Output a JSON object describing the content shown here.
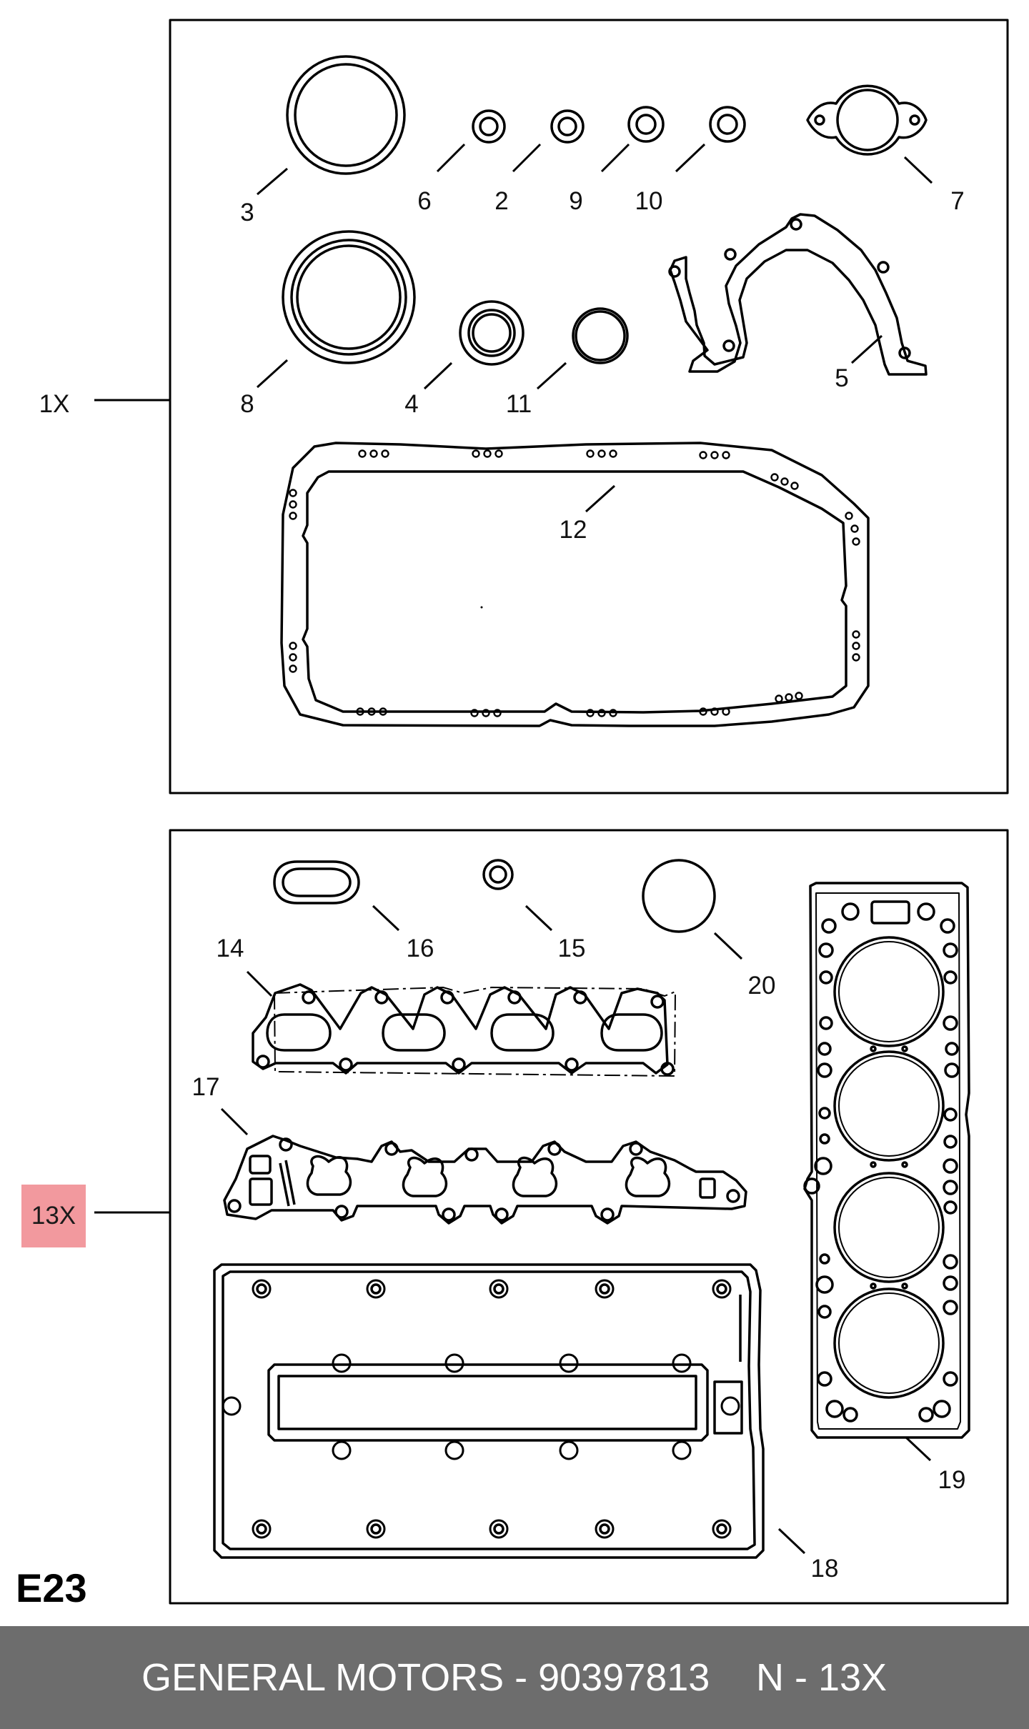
{
  "diagram": {
    "code": "E23",
    "groups": [
      {
        "id": "1X",
        "label": "1X",
        "highlighted": false
      },
      {
        "id": "13X",
        "label": "13X",
        "highlighted": true,
        "highlight_color": "#f2999e"
      }
    ],
    "callouts": [
      "3",
      "6",
      "2",
      "9",
      "10",
      "7",
      "8",
      "4",
      "11",
      "5",
      "12",
      "16",
      "15",
      "20",
      "14",
      "17",
      "19",
      "18"
    ]
  },
  "footer": {
    "left_text": "GENERAL MOTORS - 90397813",
    "right_text": "N - 13X",
    "background": "#6d6d6d"
  }
}
